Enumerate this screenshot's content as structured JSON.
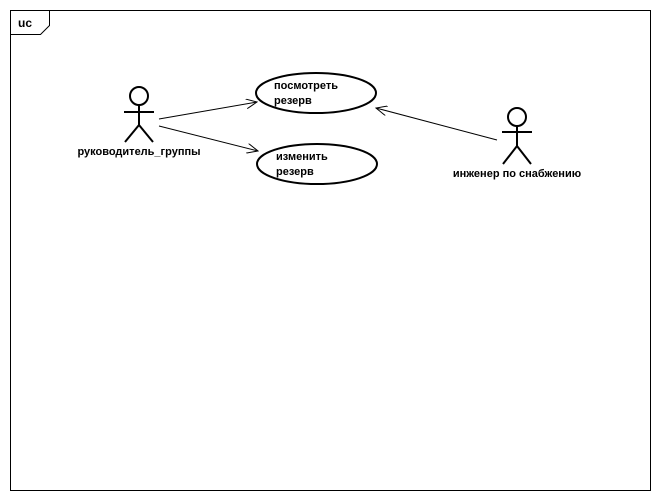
{
  "frame": {
    "label": "uc"
  },
  "actors": {
    "group_leader": {
      "name": "руководитель_группы"
    },
    "supply_engineer": {
      "name": "инженер по снабжению"
    }
  },
  "use_cases": {
    "view_reserve": {
      "line1": "посмотреть",
      "line2": "резерв"
    },
    "change_reserve": {
      "line1": "изменить",
      "line2": "резерв"
    }
  },
  "colors": {
    "stroke": "#000000",
    "background": "#ffffff"
  }
}
